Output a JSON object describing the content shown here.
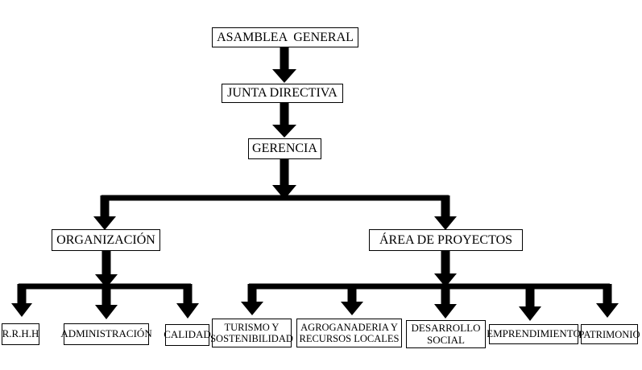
{
  "page": {
    "background_color": "#ffffff",
    "line_color": "#000000",
    "box_border_color": "#000000"
  },
  "org_chart": {
    "nodes": {
      "asamblea_general": "ASAMBLEA  GENERAL",
      "junta_directiva": "JUNTA DIRECTIVA",
      "gerencia": "GERENCIA",
      "organizacion": "ORGANIZACIÓN",
      "area_de_proyectos": "ÁREA DE PROYECTOS",
      "rrhh": "R.R.H.H",
      "administracion": "ADMINISTRACIÓN",
      "calidad": "CALIDAD",
      "turismo_y_sostenibilidad": "TURISMO Y SOSTENIBILIDAD",
      "agroganaderia_y_recursos_locales": "AGROGANADERIA Y RECURSOS LOCALES",
      "desarrollo_social": "DESARROLLO SOCIAL",
      "emprendimiento": "EMPRENDIMIENTO",
      "patrimonio": "PATRIMONIO"
    },
    "hierarchy": [
      {
        "from": "asamblea_general",
        "to": [
          "junta_directiva"
        ]
      },
      {
        "from": "junta_directiva",
        "to": [
          "gerencia"
        ]
      },
      {
        "from": "gerencia",
        "to": [
          "organizacion",
          "area_de_proyectos"
        ]
      },
      {
        "from": "organizacion",
        "to": [
          "rrhh",
          "administracion",
          "calidad"
        ]
      },
      {
        "from": "area_de_proyectos",
        "to": [
          "turismo_y_sostenibilidad",
          "agroganaderia_y_recursos_locales",
          "desarrollo_social",
          "emprendimiento",
          "patrimonio"
        ]
      }
    ]
  }
}
